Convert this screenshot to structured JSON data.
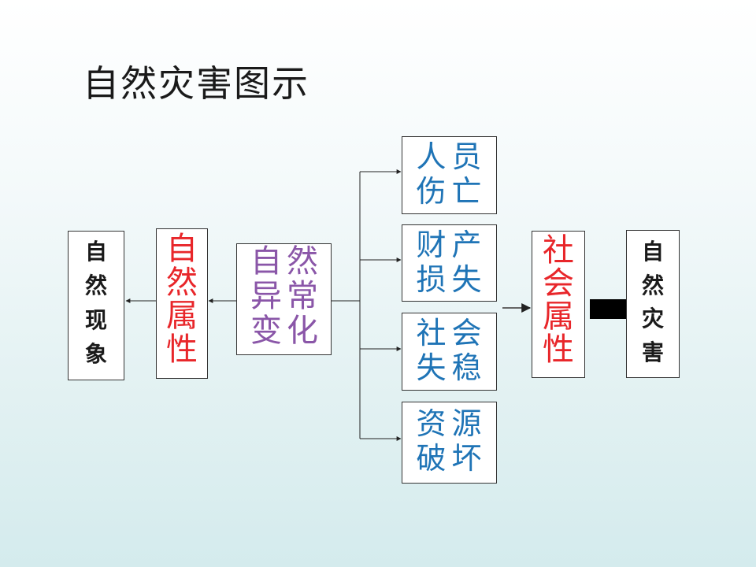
{
  "title": "自然灾害图示",
  "colors": {
    "black": "#1a1a1a",
    "red": "#e8262a",
    "purple": "#8a56a8",
    "blue": "#1f74b6"
  },
  "nodes": {
    "natural_phenomenon": [
      "自",
      "然",
      "现",
      "象"
    ],
    "natural_attribute": [
      "自",
      "然",
      "属",
      "性"
    ],
    "natural_abnormal": [
      "自",
      "然",
      "异",
      "常",
      "变",
      "化"
    ],
    "casualties": [
      "人",
      "员",
      "伤",
      "亡"
    ],
    "property_loss": [
      "财",
      "产",
      "损",
      "失"
    ],
    "social_instability": [
      "社",
      "会",
      "失",
      "稳"
    ],
    "resource_damage": [
      "资",
      "源",
      "破",
      "坏"
    ],
    "social_attribute": [
      "社",
      "会",
      "属",
      "性"
    ],
    "natural_disaster": [
      "自",
      "然",
      "灾",
      "害"
    ]
  }
}
